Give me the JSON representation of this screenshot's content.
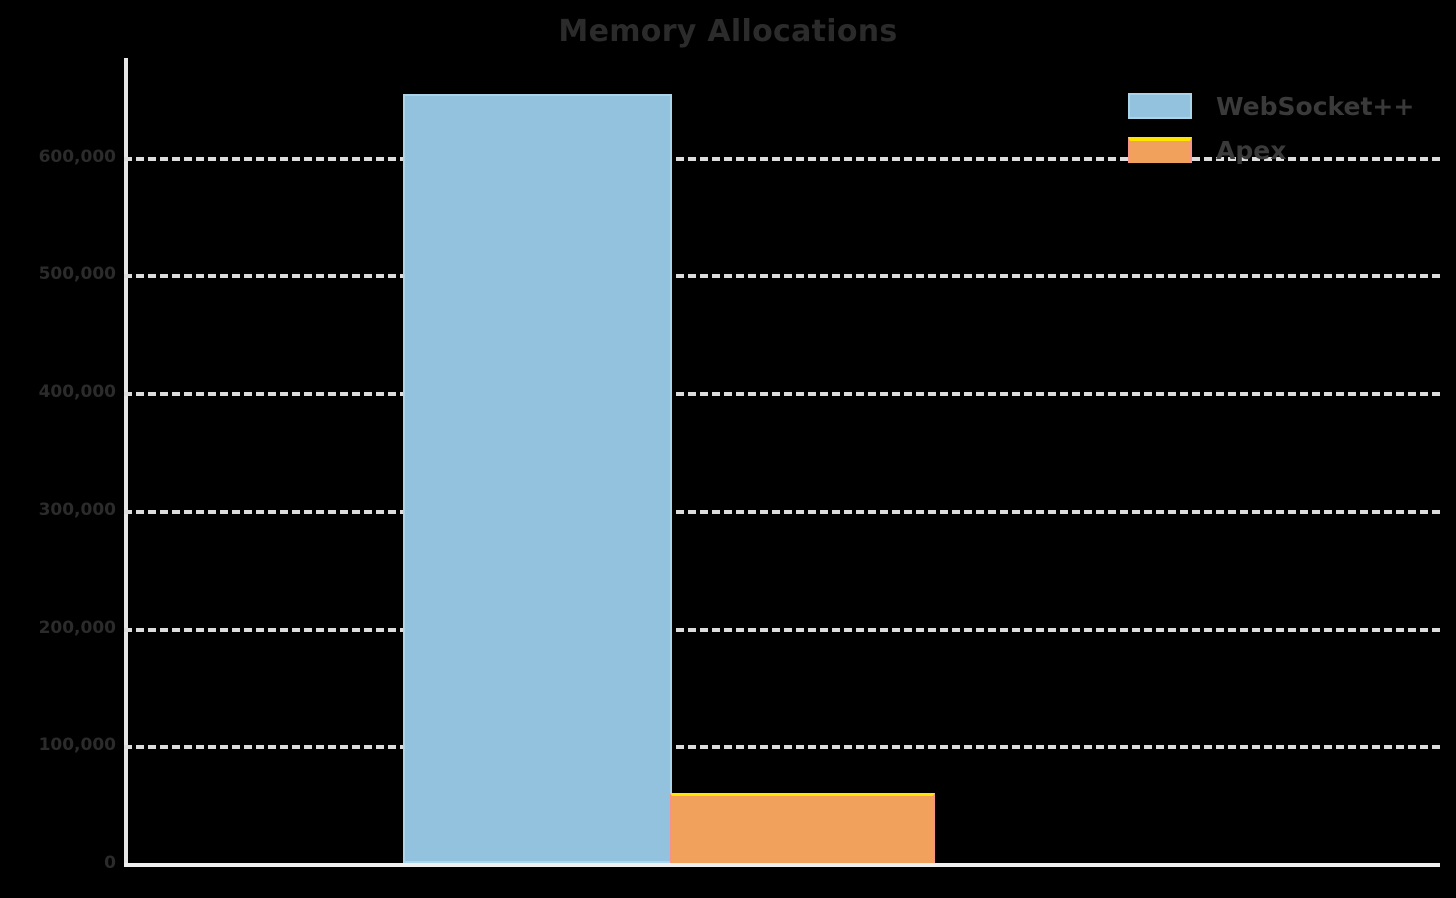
{
  "chart_data": {
    "type": "bar",
    "title": "Memory Allocations",
    "xlabel": "",
    "ylabel": "",
    "categories": [
      "Memory Allocations"
    ],
    "series": [
      {
        "name": "WebSocket++",
        "values": [
          652000
        ],
        "color": "#92c2de"
      },
      {
        "name": "Apex",
        "values": [
          59500
        ],
        "color": "#f2a15c"
      }
    ],
    "yticks": [
      0,
      100000,
      200000,
      300000,
      400000,
      500000,
      600000
    ],
    "ytick_labels": [
      "0",
      "100,000",
      "200,000",
      "300,000",
      "400,000",
      "500,000",
      "600,000"
    ],
    "ylim": [
      0,
      683000
    ],
    "grid": true,
    "grid_style": "dashed",
    "grid_color": "#dcdcdc",
    "legend_position": "top-right",
    "background": "#000000"
  },
  "title": {
    "text": "Memory Allocations"
  },
  "axis": {
    "y_ticks": [
      {
        "label": "600,000",
        "value": 600000
      },
      {
        "label": "500,000",
        "value": 500000
      },
      {
        "label": "400,000",
        "value": 400000
      },
      {
        "label": "300,000",
        "value": 300000
      },
      {
        "label": "200,000",
        "value": 200000
      },
      {
        "label": "100,000",
        "value": 100000
      },
      {
        "label": "0",
        "value": 0
      }
    ]
  },
  "legend": {
    "items": [
      {
        "label": "WebSocket++",
        "color": "#92c2de"
      },
      {
        "label": "Apex",
        "color": "#f2a15c"
      }
    ]
  },
  "bars": [
    {
      "name": "WebSocket++",
      "value": 652000
    },
    {
      "name": "Apex",
      "value": 59500
    }
  ]
}
